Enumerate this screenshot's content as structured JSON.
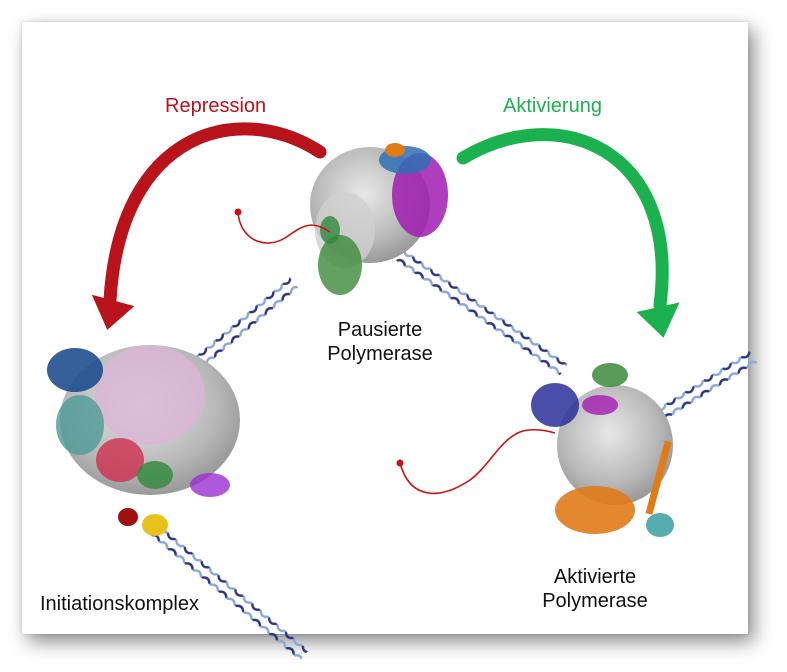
{
  "labels": {
    "repression": "Repression",
    "activation": "Aktivierung",
    "paused_line1": "Pausierte",
    "paused_line2": "Polymerase",
    "initiation": "Initiationskomplex",
    "active_line1": "Aktivierte",
    "active_line2": "Polymerase"
  },
  "colors": {
    "repression": "#b8121b",
    "activation": "#1cb14f",
    "dna_dark": "#2a3580",
    "dna_light": "#8aa8d8",
    "rna": "#cc1111",
    "protein_gray": "#b9b9b9"
  },
  "icons": [
    "repression-arrow",
    "activation-arrow",
    "dna-helix",
    "rna-strand",
    "protein-complex"
  ]
}
